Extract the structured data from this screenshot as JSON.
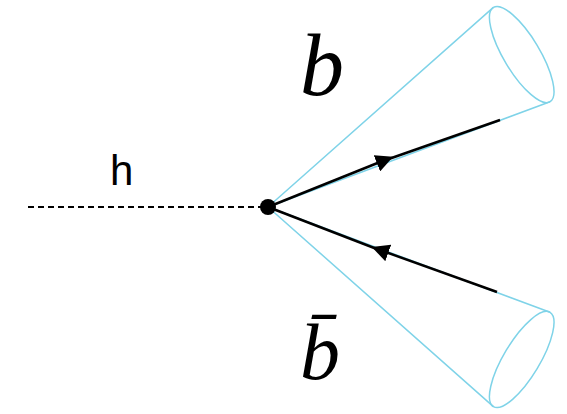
{
  "diagram": {
    "labels": [
      "h",
      "b",
      "b̄"
    ]
  }
}
